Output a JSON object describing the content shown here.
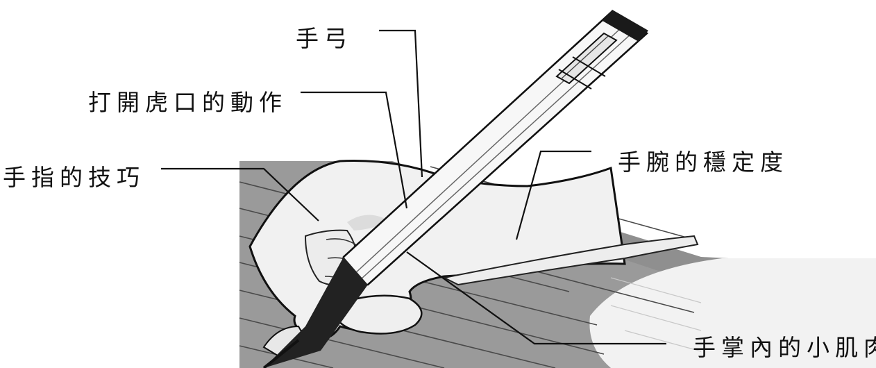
{
  "labels": {
    "hand_arch": "手弓",
    "web_space": "打開虎口的動作",
    "finger_skill": "手指的技巧",
    "wrist_stability": "手腕的穩定度",
    "palm_muscles": "手掌內的小肌肉"
  },
  "colors": {
    "background": "#ffffff",
    "paper_shadow": "#8c8c8c",
    "paper_light": "#f2f2f2",
    "skin": "#f1f1f1",
    "ink": "#111111"
  }
}
